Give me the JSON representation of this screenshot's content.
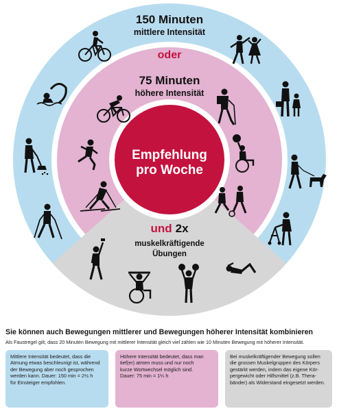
{
  "wheel": {
    "outer_title": "150 Minuten",
    "outer_subtitle": "mittlere Intensität",
    "or_label": "oder",
    "middle_title": "75 Minuten",
    "middle_subtitle": "höhere Intensität",
    "center_line1": "Empfehlung",
    "center_line2": "pro Woche",
    "strength_and": "und",
    "strength_count": "2x",
    "strength_line1": "muskelkräftigende",
    "strength_line2": "Übungen"
  },
  "colors": {
    "outer_ring": "#b8dcef",
    "middle_ring": "#e3b3d1",
    "center": "#c4123e",
    "strength_sector": "#d6d6d6",
    "or_label": "#c4123e"
  },
  "icons": {
    "outer": [
      "cyclist-icon",
      "dancing-couple-icon",
      "walking-family-icon",
      "dog-walker-icon",
      "walker-with-rollator-icon",
      "nordic-walker-icon",
      "sweeping-person-icon",
      "swimmer-icon"
    ],
    "middle": [
      "racing-cyclist-icon",
      "hiker-icon",
      "wheelchair-basketball-icon",
      "soccer-players-icon",
      "cross-country-skier-icon",
      "runner-icon"
    ],
    "strength": [
      "dumbbell-lifter-icon",
      "resistance-band-wheelchair-icon",
      "weightlifter-icon",
      "sit-up-icon"
    ]
  },
  "headline": "Sie können auch Bewegungen mittlerer und Bewegungen höherer Intensität kombinieren",
  "rule": "Als Faustregel gilt, dass 20 Minuten Bewegung mit mittlerer Intensität gleich viel zählen wie 10 Minuten Bewegung mit höherer Intensität.",
  "boxes": {
    "moderate": [
      "Mittlere Intensität bedeutet, dass die",
      "Atmung etwas beschleunigt ist, während",
      "der Bewegung aber noch gesprochen",
      "werden kann. Dauer: 150 min = 2½ h",
      "für Einsteiger empfohlen."
    ],
    "vigorous": [
      "Höhere Intensität bedeutet, dass man",
      "tief(er) atmen muss und nur noch",
      "kurze Wortwechsel möglich sind.",
      "Dauer: 75 min = 1¼ h"
    ],
    "strength": [
      "Bei muskelkräftigender Bewegung sollen",
      "die grossen Muskelgruppen des Körpers",
      "gestärkt werden, indem das eigene Kör-",
      "pergewicht oder Hilfsmittel (z.B. Thera-",
      "bänder) als Widerstand eingesetzt werden."
    ]
  }
}
